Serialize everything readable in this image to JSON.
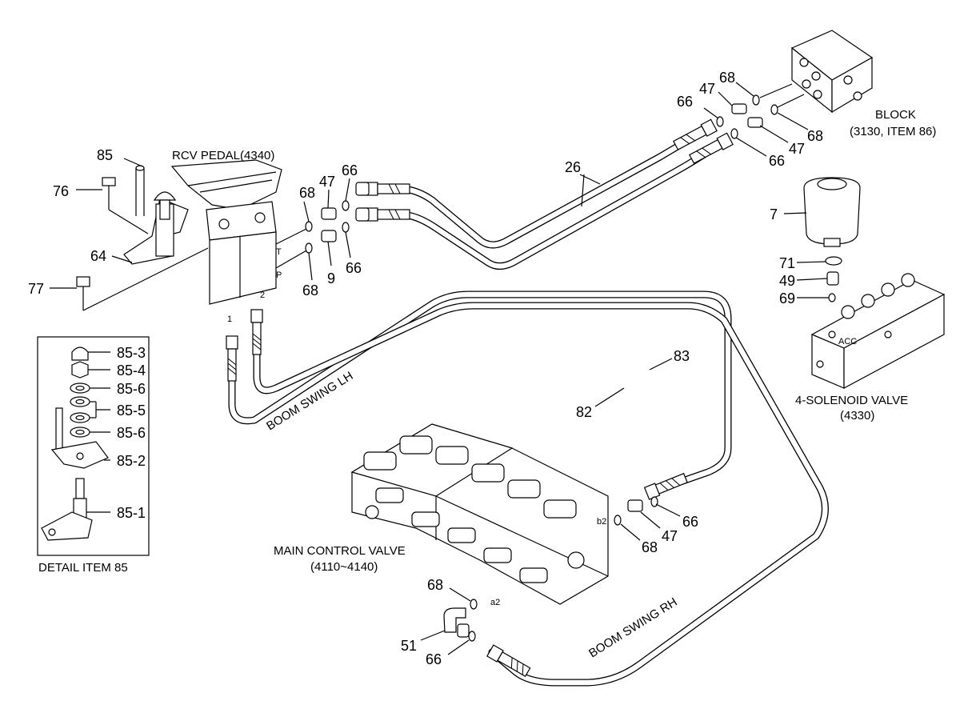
{
  "labels": {
    "rcv_pedal": "RCV PEDAL(4340)",
    "block": "BLOCK",
    "block_ref": "(3130, ITEM 86)",
    "solenoid_valve": "4-SOLENOID VALVE",
    "solenoid_ref": "(4330)",
    "main_control_valve": "MAIN CONTROL VALVE",
    "main_control_ref": "(4110~4140)",
    "boom_swing_lh": "BOOM SWING LH",
    "boom_swing_rh": "BOOM SWING RH",
    "detail_item": "DETAIL ITEM 85"
  },
  "port_marks": {
    "t": "T",
    "p": "P",
    "one": "1",
    "two": "2",
    "b2": "b2",
    "a2": "a2",
    "acc": "ACC"
  },
  "callouts": {
    "c85": "85",
    "c76": "76",
    "c64": "64",
    "c77": "77",
    "c68_pedal_top": "68",
    "c47_pedal": "47",
    "c66_pedal_top": "66",
    "c9": "9",
    "c66_pedal_bot": "66",
    "c68_pedal_bot": "68",
    "c26": "26",
    "c66_block_left": "66",
    "c47_block_top": "47",
    "c68_block_top": "68",
    "c68_block_right": "68",
    "c47_block_bot": "47",
    "c66_block_bot": "66",
    "c7": "7",
    "c71": "71",
    "c49": "49",
    "c69": "69",
    "c83": "83",
    "c82": "82",
    "c66_mcv_right": "66",
    "c47_mcv": "47",
    "c68_mcv_b2": "68",
    "c68_mcv_a2": "68",
    "c51": "51",
    "c66_mcv_bot": "66"
  },
  "detail_items": [
    "85-3",
    "85-4",
    "85-6",
    "85-5",
    "85-6",
    "85-2",
    "85-1"
  ]
}
